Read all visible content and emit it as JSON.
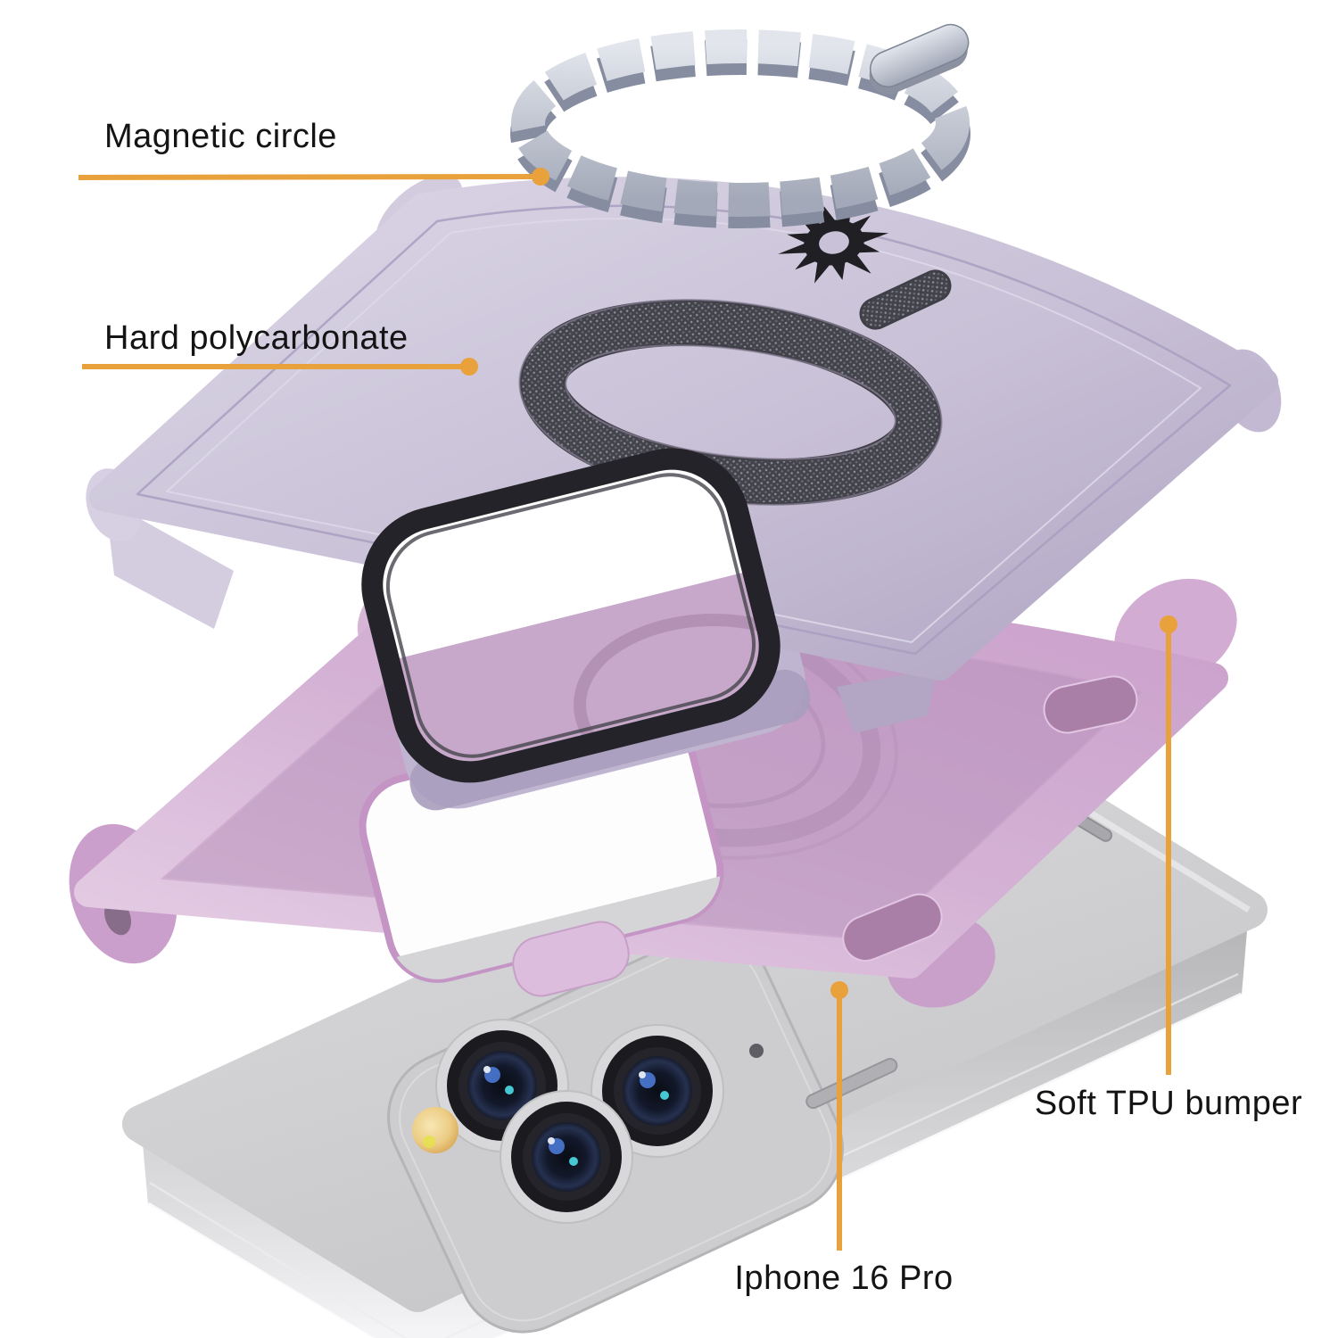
{
  "figure": {
    "kind": "product-exploded-diagram",
    "background": "#ffffff"
  },
  "annotations": {
    "magnetic_circle": {
      "label": "Magnetic circle"
    },
    "hard_polycarbonate": {
      "label": "Hard polycarbonate"
    },
    "soft_tpu_bumper": {
      "label": "Soft TPU bumper"
    },
    "iphone_16_pro": {
      "label": "Iphone 16 Pro"
    }
  },
  "colors": {
    "accent_leader_line": "#E9A23B",
    "label_text": "#141414",
    "magnet_segment": "#9aa0ae",
    "hard_shell": "#c8c0d6",
    "magsafe_mesh": "#43434b",
    "tpu_bumper": "#d2b0d3",
    "iphone_body": "#d7d7d9",
    "lens_glint_blue": "#3a66c8",
    "flash_yellow": "#e8c97e"
  },
  "icons": {
    "brand_logo": "spiky-sun-logo",
    "apple_logo": "apple-silhouette"
  }
}
